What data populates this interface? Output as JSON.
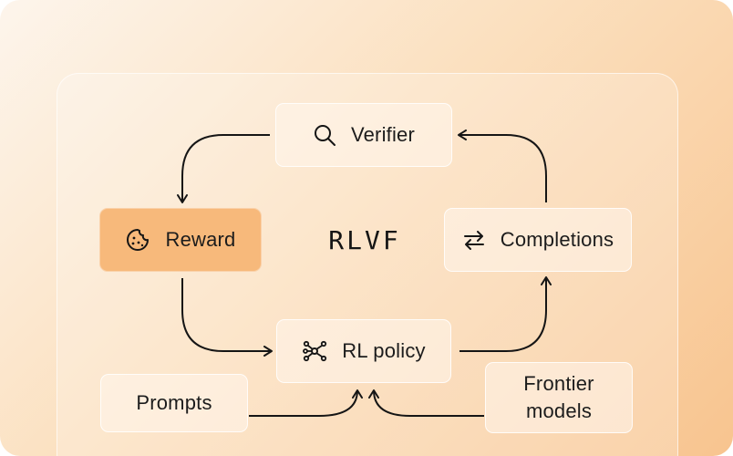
{
  "diagram": {
    "center_label": "RLVF",
    "nodes": {
      "verifier": {
        "label": "Verifier",
        "icon": "search-icon"
      },
      "reward": {
        "label": "Reward",
        "icon": "cookie-icon"
      },
      "completions": {
        "label": "Completions",
        "icon": "swap-arrows-icon"
      },
      "rl_policy": {
        "label": "RL policy",
        "icon": "network-nodes-icon"
      },
      "prompts": {
        "label": "Prompts"
      },
      "frontier_models": {
        "label_line1": "Frontier",
        "label_line2": "models"
      }
    },
    "colors": {
      "reward_fill": "#f7b97b",
      "stroke": "#151515"
    }
  }
}
